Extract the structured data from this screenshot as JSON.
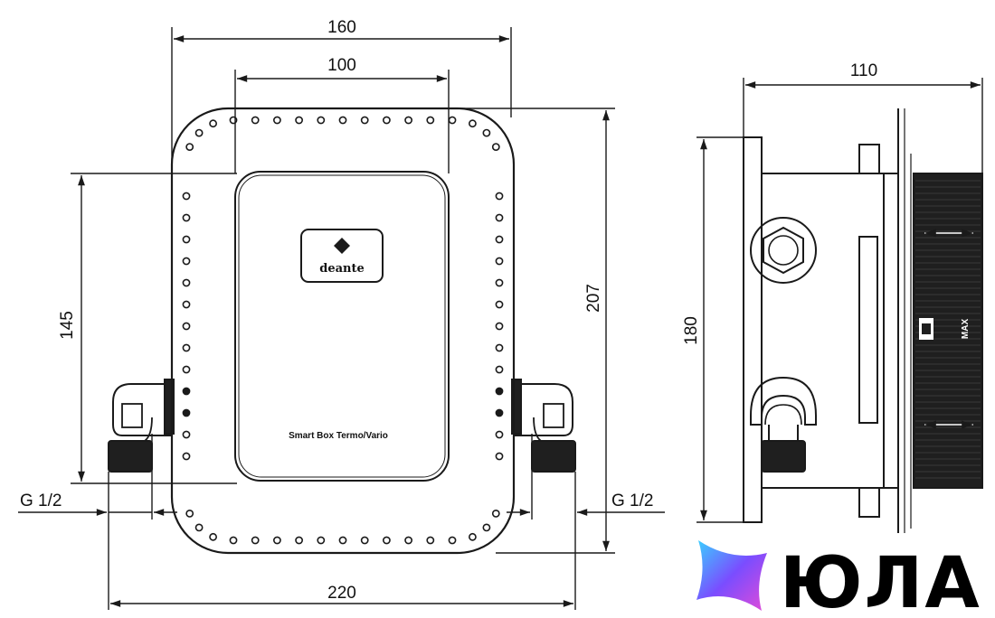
{
  "drawing": {
    "dimensions": {
      "front_width_outer": "160",
      "front_width_inner": "100",
      "front_height_inner": "145",
      "front_height_outer": "207",
      "front_width_total": "220",
      "connection_left": "G 1/2",
      "connection_right": "G 1/2",
      "side_depth": "110",
      "side_height": "180"
    },
    "brand_logo": "deante",
    "plate_label": "Smart Box Termo/Vario",
    "side_marking": "MAX"
  },
  "watermark": {
    "text": "ЮЛА",
    "icon": "yula-star-icon"
  },
  "colors": {
    "line": "#1a1a1a",
    "dark_fill": "#1f1f1f",
    "star_gradient": [
      "#3ad0ff",
      "#7a4dff",
      "#e24bd8"
    ]
  }
}
